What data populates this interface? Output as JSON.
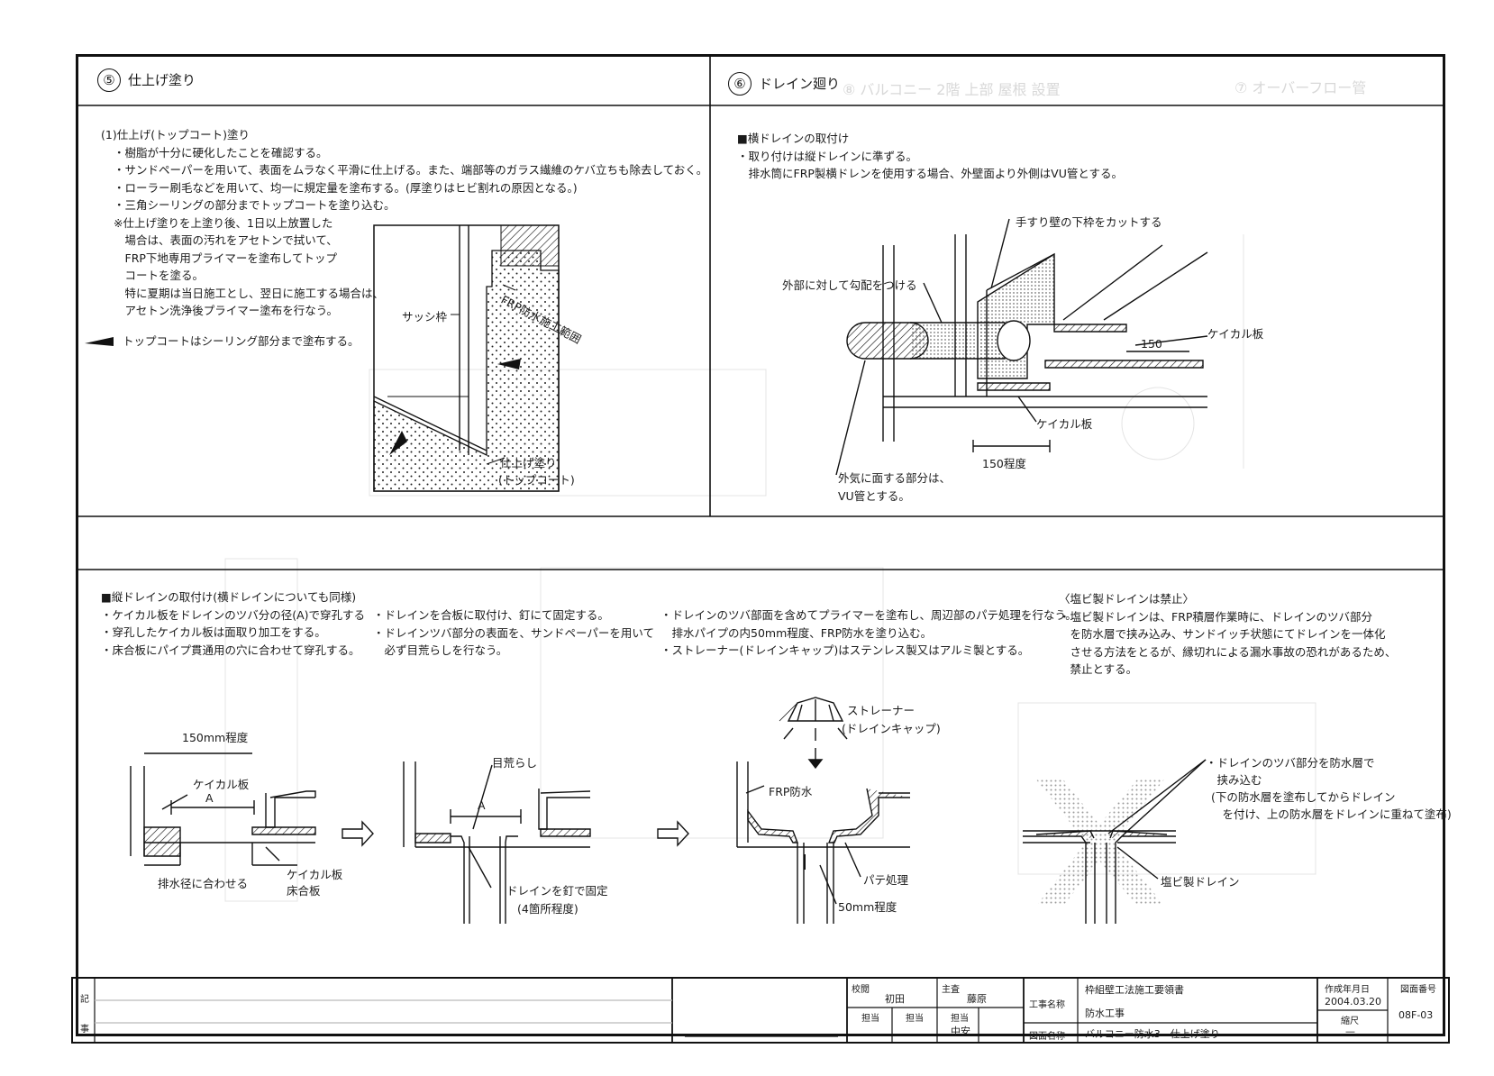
{
  "sec5": {
    "number": "⑤",
    "title": "仕上げ塗り",
    "lines": [
      "(1)仕上げ(トップコート)塗り",
      "・樹脂が十分に硬化したことを確認する。",
      "・サンドペーパーを用いて、表面をムラなく平滑に仕上げる。また、端部等のガラス繊維のケバ立ちも除去しておく。",
      "・ローラー刷毛などを用いて、均一に規定量を塗布する。(厚塗りはヒビ割れの原因となる。)",
      "・三角シーリングの部分までトップコートを塗り込む。",
      "※仕上げ塗りを上塗り後、1日以上放置した",
      "　場合は、表面の汚れをアセトンで拭いて、",
      "　FRP下地専用プライマーを塗布してトップ",
      "　コートを塗る。",
      "　特に夏期は当日施工とし、翌日に施工する場合は、",
      "　アセトン洗浄後プライマー塗布を行なう。"
    ],
    "note": "トップコートはシーリング部分まで塗布する。",
    "labels": {
      "sash": "サッシ枠",
      "frp_range": "FRP防水施工範囲",
      "finish": "仕上げ塗り",
      "topcoat": "(トップコート)"
    }
  },
  "sec6": {
    "number": "⑥",
    "title": "ドレイン廻り",
    "lines": [
      "■横ドレインの取付け",
      "・取り付けは縦ドレインに準ずる。",
      "　排水筒にFRP製横ドレンを使用する場合、外壁面より外側はVU管とする。"
    ],
    "labels": {
      "cut": "手すり壁の下枠をカットする",
      "slope": "外部に対して勾配をつける",
      "dim150": "150",
      "keikal1": "ケイカル板",
      "keikal2": "ケイカル板",
      "dim150_about": "150程度",
      "vu1": "外気に面する部分は、",
      "vu2": "VU管とする。"
    }
  },
  "bottom": {
    "col1": [
      "■縦ドレインの取付け(横ドレインについても同様)",
      "・ケイカル板をドレインのツバ分の径(A)で穿孔する",
      "・穿孔したケイカル板は面取り加工をする。",
      "・床合板にパイプ貫通用の穴に合わせて穿孔する。"
    ],
    "col2": [
      "・ドレインを合板に取付け、釘にて固定する。",
      "・ドレインツバ部分の表面を、サンドペーパーを用いて",
      "　必ず目荒らしを行なう。"
    ],
    "col3": [
      "・ドレインのツバ部面を含めてプライマーを塗布し、周辺部のパテ処理を行なう。",
      "　排水パイプの内50mm程度、FRP防水を塗り込む。",
      "・ストレーナー(ドレインキャップ)はステンレス製又はアルミ製とする。"
    ],
    "col4": [
      "〈塩ビ製ドレインは禁止〉",
      "・塩ビ製ドレインは、FRP積層作業時に、ドレインのツバ部分",
      "　を防水層で挟み込み、サンドイッチ状態にてドレインを一体化",
      "　させる方法をとるが、縁切れによる漏水事故の恐れがあるため、",
      "　禁止とする。"
    ],
    "labels": {
      "d150mm": "150mm程度",
      "keikal_top": "ケイカル板",
      "a1": "A",
      "haisui": "排水径に合わせる",
      "keikal_bot": "ケイカル板",
      "yuka": "床合板",
      "mearashi": "目荒らし",
      "a2": "A",
      "kugi1": "ドレインを釘で固定",
      "kugi2": "(4箇所程度)",
      "strainer1": "ストレーナー",
      "strainer2": "(ドレインキャップ)",
      "frp": "FRP防水",
      "pate": "パテ処理",
      "d50": "50mm程度",
      "sandwich1": "・ドレインのツバ部分を防水層で",
      "sandwich2": "　挟み込む",
      "sandwich3": "(下の防水層を塗布してからドレイン",
      "sandwich4": "　を付け、上の防水層をドレインに重ねて塗布)",
      "enbi": "塩ビ製ドレイン"
    }
  },
  "titleblock": {
    "ki": "記",
    "ji": "事",
    "kouetsu": "校閲",
    "kouetsu_name": "初田",
    "shusa": "主査",
    "shusa_name": "藤原",
    "tanto1": "担当",
    "tanto2": "担当",
    "tanto3": "担当",
    "tanto3_name": "中安",
    "koji_label": "工事名称",
    "koji_name1": "枠組壁工法施工要領書",
    "koji_name2": "防水工事",
    "zumen_label": "図面名称",
    "zumen_name": "バルコニー防水3　仕上げ塗り",
    "date_label": "作成年月日",
    "date": "2004.03.20",
    "scale_label": "縮尺",
    "scale": "—",
    "no_label": "図面番号",
    "no": "08F-03"
  }
}
